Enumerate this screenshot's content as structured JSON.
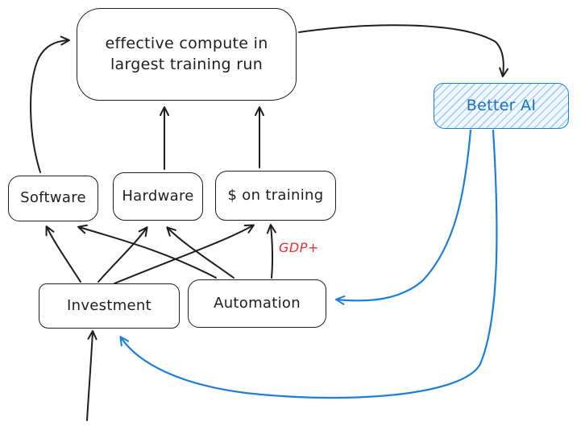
{
  "diagram": {
    "nodes": {
      "compute": {
        "line1": "effective compute in",
        "line2": "largest training run"
      },
      "better_ai": {
        "label": "Better AI"
      },
      "software": {
        "label": "Software"
      },
      "hardware": {
        "label": "Hardware"
      },
      "training": {
        "label": "$ on training"
      },
      "investment": {
        "label": "Investment"
      },
      "automation": {
        "label": "Automation"
      }
    },
    "annotations": {
      "gdp": {
        "label": "GDP+",
        "color": "#e03131"
      }
    },
    "edges": [
      {
        "from": "effective-compute",
        "to": "better-ai",
        "color": "#1e1e1e"
      },
      {
        "from": "software",
        "to": "effective-compute",
        "color": "#1e1e1e"
      },
      {
        "from": "hardware",
        "to": "effective-compute",
        "color": "#1e1e1e"
      },
      {
        "from": "dollars-on-training",
        "to": "effective-compute",
        "color": "#1e1e1e"
      },
      {
        "from": "investment",
        "to": "software",
        "color": "#1e1e1e"
      },
      {
        "from": "investment",
        "to": "hardware",
        "color": "#1e1e1e"
      },
      {
        "from": "investment",
        "to": "dollars-on-training",
        "color": "#1e1e1e"
      },
      {
        "from": "automation",
        "to": "software",
        "color": "#1e1e1e"
      },
      {
        "from": "automation",
        "to": "hardware",
        "color": "#1e1e1e"
      },
      {
        "from": "automation",
        "to": "dollars-on-training",
        "color": "#1e1e1e",
        "label": "GDP+"
      },
      {
        "from": "offscreen-bottom",
        "to": "investment",
        "color": "#1e1e1e"
      },
      {
        "from": "better-ai",
        "to": "automation",
        "color": "#1c7ed6"
      },
      {
        "from": "better-ai",
        "to": "investment",
        "color": "#1c7ed6"
      }
    ],
    "colors": {
      "ink": "#1e1e1e",
      "accent_blue": "#1c7ed6",
      "accent_red": "#e03131",
      "background": "#ffffff"
    }
  }
}
